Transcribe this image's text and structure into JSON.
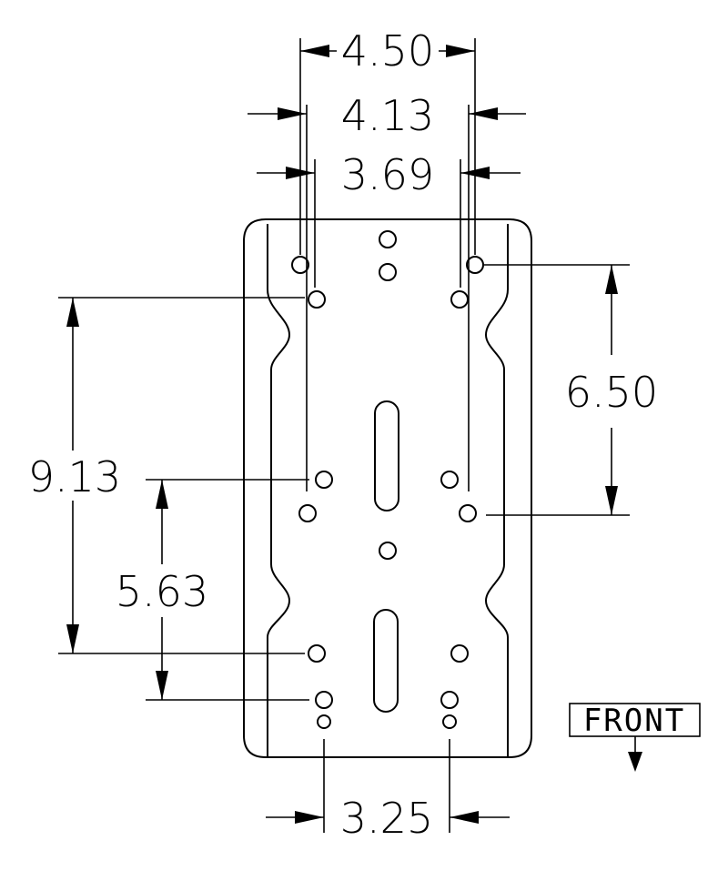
{
  "dimensions": {
    "width_outer": "4.50",
    "width_mid": "4.13",
    "width_inner": "3.69",
    "height_right": "6.50",
    "height_left_total": "9.13",
    "height_left_lower": "5.63",
    "width_bottom": "3.25"
  },
  "front_label": "FRONT",
  "colors": {
    "line": "#000000",
    "background": "#ffffff"
  }
}
